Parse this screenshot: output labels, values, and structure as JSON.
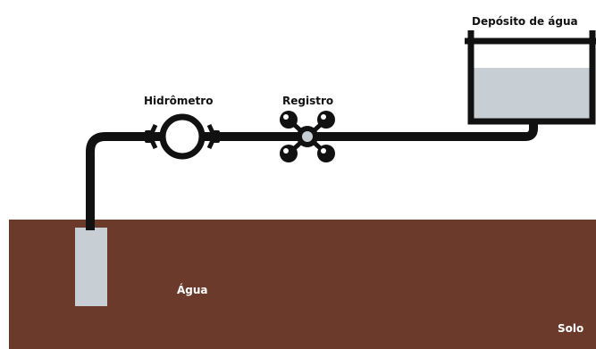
{
  "labels": {
    "tank": "Depósito de água",
    "meter": "Hidrômetro",
    "valve": "Registro",
    "water": "Água",
    "soil": "Solo"
  },
  "colors": {
    "soil": "#6b3a2a",
    "water": "#c7ced4",
    "pipe": "#111111",
    "background": "#ffffff"
  }
}
